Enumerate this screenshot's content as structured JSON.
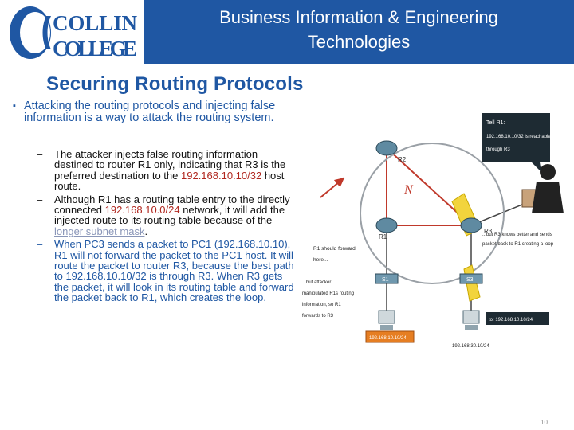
{
  "header": {
    "title_line1": "Business Information & Engineering",
    "title_line2": "Technologies",
    "logo_line1": "COLLIN",
    "logo_line2": "COLLEGE"
  },
  "slide": {
    "title": "Securing Routing Protocols",
    "bullet_main": "Attacking the routing protocols and injecting false information is a way to attack the routing system.",
    "sub_items": [
      {
        "t1": "The attacker injects false routing information destined to router R1 only, indicating that R3 is the preferred destination to the ",
        "t2": "192.168.10.10/32",
        "t3": " host route."
      },
      {
        "t1": "Although R1 has a routing table entry to the directly connected ",
        "t2": "192.168.10.0/24",
        "t3": " network, it will add the injected route to its routing table because of the ",
        "t4": "longer subnet mask",
        "t5": "."
      },
      {
        "t1": "When PC3 sends a packet to PC1 (192.168.10.10), R1 will not forward the packet to the PC1 host. It will route the packet to router R3, because the best path to 192.168.10.10/32 is through R3. When R3 gets the packet, it will look in its routing table and forward the packet back to R1, which creates the loop."
      }
    ]
  },
  "diagram": {
    "router_r1": "R1",
    "router_r2": "R2",
    "router_r3": "R3",
    "switch_s1": "S1",
    "switch_s3": "S3",
    "tell_title": "Tell R1:",
    "tell_line1": "192.168.10.10/32 is reachable",
    "tell_line2": "through R3",
    "r1_note_line1": "R1 should forward",
    "r1_note_line2": "here...",
    "r3_note_line1": "...but R3 knows better and sends",
    "r3_note_line2": "packet back to R1 creating a loop",
    "attacker_line1": "...but attacker",
    "attacker_line2": "manipulated R1s routing",
    "attacker_line3": "information, so R1",
    "attacker_line4": "forwards to R3",
    "pc1_ip": "192.168.10.10/24",
    "pc3_label": "to: 192.168.10.10/24",
    "pc3_ip": "192.168.30.10/24",
    "colors": {
      "router": "#5f8aa1",
      "link_red": "#c0392b",
      "cloud": "#7f8c8d",
      "box_dark": "#1e2b33",
      "highlight": "#f2d43d",
      "ip_box": "#e67e22"
    }
  },
  "page_number": "10"
}
